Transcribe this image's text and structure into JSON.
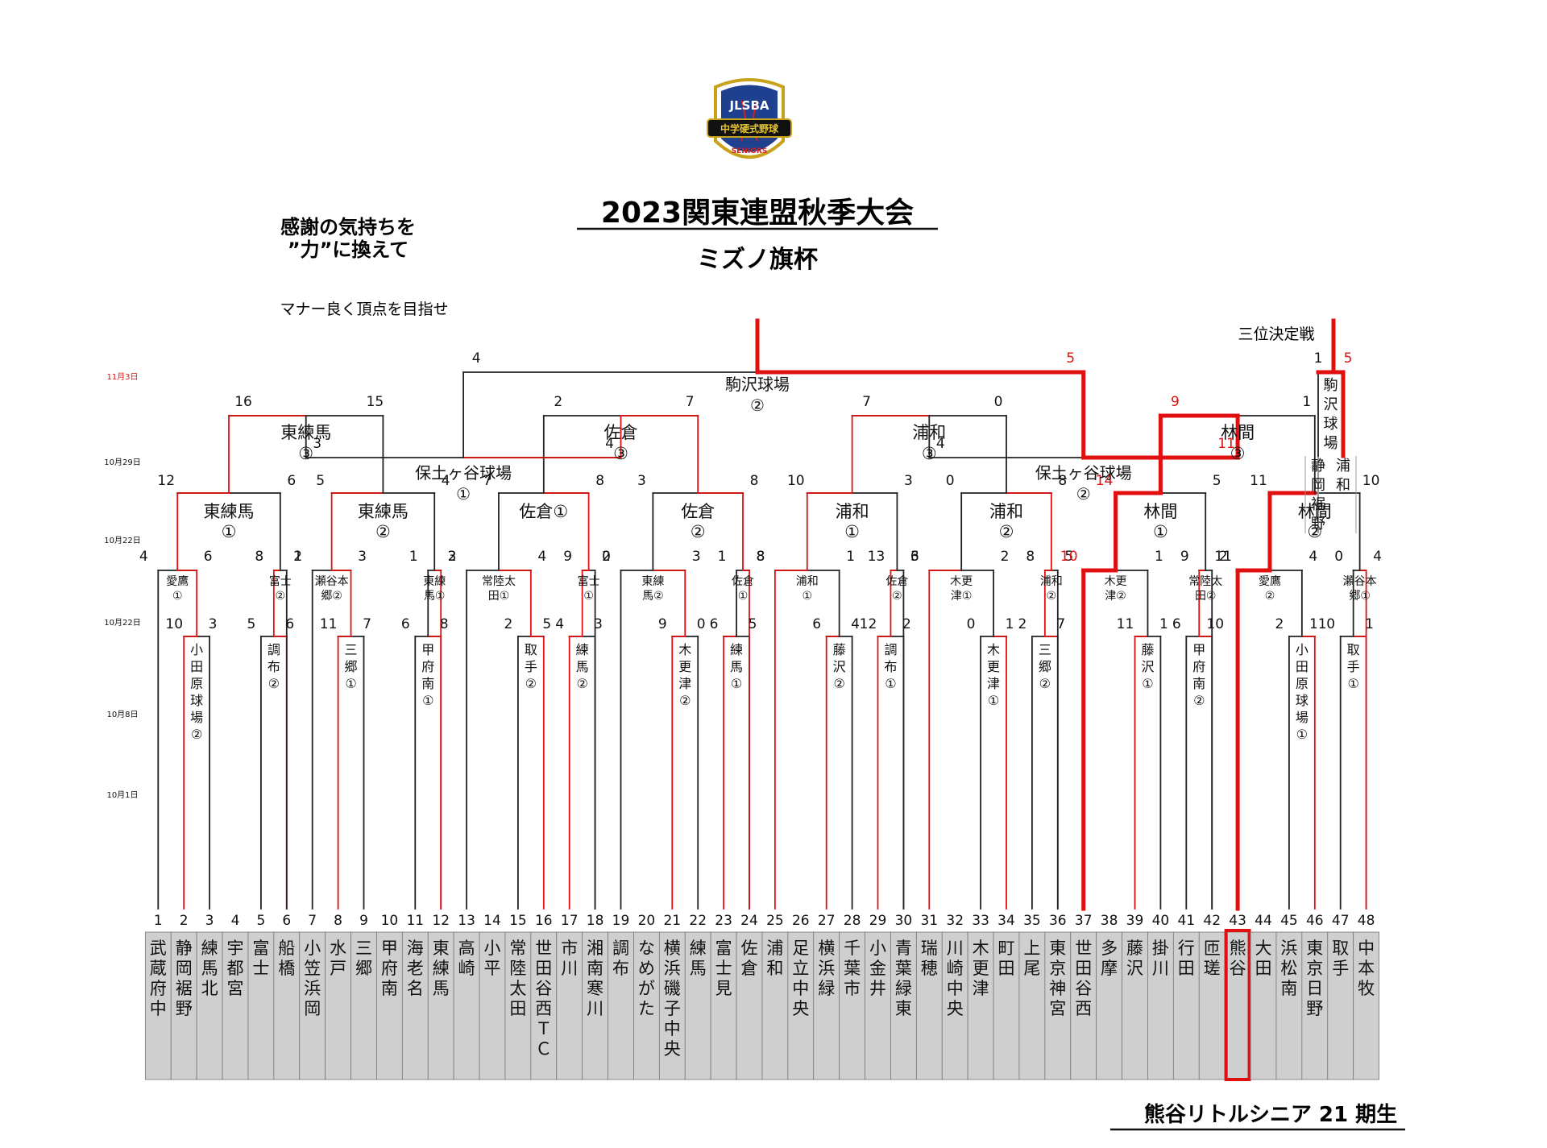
{
  "header": {
    "title": "2023関東連盟秋季大会",
    "subtitle": "ミズノ旗杯",
    "slogan_line1": "感謝の気持ちを",
    "slogan_line2": "”力”に換えて",
    "motto": "マナー良く頂点を目指せ",
    "footer": "熊谷リトルシニア 21 期生",
    "third_place_label": "三位決定戦"
  },
  "logo": {
    "text_top": "JLSBA",
    "text_banner": "中学硬式野球",
    "text_bottom": "SENIORS",
    "colors": {
      "shield": "#1f3f8f",
      "banner": "#111111",
      "accent": "#c8a21a",
      "red": "#d11f1f"
    }
  },
  "colors": {
    "win": "#e01010",
    "line": "#222222",
    "team_bg": "#cfcfcf",
    "highlight": "#e01010"
  },
  "round_dates": [
    "10月1日",
    "10月8日",
    "10月22日",
    "10月22日",
    "10月29日",
    "11月3日"
  ],
  "teams": [
    "武蔵府中",
    "静岡裾野",
    "練馬北",
    "宇都宮",
    "富士",
    "船橋",
    "小笠浜岡",
    "水戸",
    "三郷",
    "甲府南",
    "海老名",
    "東練馬",
    "高崎",
    "小平",
    "常陸太田",
    "世田谷西ＴＣ",
    "市川",
    "湘南寒川",
    "調布",
    "なめがた",
    "横浜磯子中央",
    "練馬",
    "富士見",
    "佐倉",
    "浦和",
    "足立中央",
    "横浜緑",
    "千葉市",
    "小金井",
    "青葉緑東",
    "瑞穂",
    "川崎中央",
    "木更津",
    "町田",
    "上尾",
    "東京神宮",
    "世田谷西",
    "多摩",
    "藤沢",
    "掛川",
    "行田",
    "匝瑳",
    "熊谷",
    "大田",
    "浜松南",
    "東京日野",
    "取手",
    "中本牧"
  ],
  "highlight_team": "熊谷",
  "round1_venues": [
    "小田原球場②",
    "調布②",
    "三郷①",
    "甲府南①",
    "取手②",
    "練馬②",
    "木更津②",
    "練馬①",
    "藤沢②",
    "調布①",
    "木更津①",
    "三郷②",
    "藤沢①",
    "甲府南②",
    "小田原球場①",
    "取手①"
  ],
  "round1_scores": [
    [
      "10",
      "3"
    ],
    [
      "5",
      "6"
    ],
    [
      "11",
      "7"
    ],
    [
      "6",
      "8"
    ],
    [
      "2",
      "5"
    ],
    [
      "4",
      "3"
    ],
    [
      "9",
      "0"
    ],
    [
      "6",
      "5"
    ],
    [
      "6",
      "4"
    ],
    [
      "12",
      "2"
    ],
    [
      "0",
      "1"
    ],
    [
      "2",
      "7"
    ],
    [
      "11",
      "1"
    ],
    [
      "6",
      "10"
    ],
    [
      "2",
      "11"
    ],
    [
      "0",
      "1"
    ]
  ],
  "round2_venues": [
    "愛鷹①",
    "富士②",
    "瀬谷本郷②",
    "東練馬①",
    "常陸太田①",
    "富士①",
    "東練馬②",
    "佐倉①",
    "浦和①",
    "佐倉②",
    "木更津①",
    "浦和②",
    "木更津②",
    "常陸太田②",
    "愛鷹②",
    "瀬谷本郷①"
  ],
  "round2_scores": [
    [
      "4",
      "6"
    ],
    [
      "8",
      "1"
    ],
    [
      "2",
      "3"
    ],
    [
      "1",
      "2"
    ],
    [
      "3",
      "4"
    ],
    [
      "9",
      "0"
    ],
    [
      "2",
      "3"
    ],
    [
      "1",
      "8"
    ],
    [
      "8",
      "1"
    ],
    [
      "13",
      "3"
    ],
    [
      "6",
      "2"
    ],
    [
      "8",
      "5"
    ],
    [
      "10",
      "1"
    ],
    [
      "9",
      "2"
    ],
    [
      "11",
      "4"
    ],
    [
      "0",
      "4"
    ]
  ],
  "round3_venues": [
    "東練馬①",
    "東練馬②",
    "佐倉①",
    "佐倉②",
    "浦和①",
    "浦和②",
    "林間①",
    "林間②"
  ],
  "round3_scores": [
    [
      "12",
      "6"
    ],
    [
      "5",
      "4"
    ],
    [
      "7",
      "8"
    ],
    [
      "3",
      "8"
    ],
    [
      "10",
      "3"
    ],
    [
      "0",
      "8"
    ],
    [
      "14",
      "5"
    ],
    [
      "11",
      "10"
    ]
  ],
  "round4_venues": [
    "東練馬③",
    "佐倉③",
    "浦和③",
    "林間③"
  ],
  "round4_scores": [
    [
      "16",
      "15"
    ],
    [
      "2",
      "7"
    ],
    [
      "7",
      "0"
    ],
    [
      "9",
      "1"
    ]
  ],
  "round5_venues": [
    "保土ヶ谷球場①",
    "保土ヶ谷球場②"
  ],
  "round5_scores": [
    [
      "3",
      "4"
    ],
    [
      "4",
      "11"
    ]
  ],
  "final": {
    "venue": "駒沢球場②",
    "scores": [
      "4",
      "5"
    ]
  },
  "third_place": {
    "venue": "駒沢球場",
    "teams": [
      "静岡裾野",
      "浦和"
    ],
    "scores": [
      "1",
      "5"
    ]
  }
}
